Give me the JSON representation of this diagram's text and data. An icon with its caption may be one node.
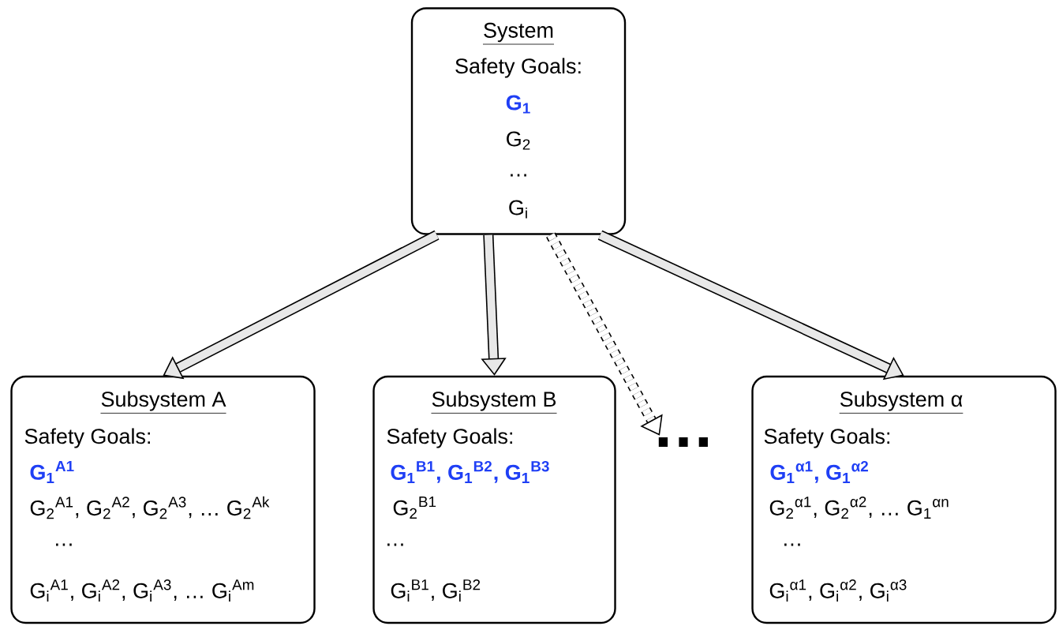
{
  "diagram": {
    "nodes": [
      {
        "text": [
          "System",
          "Safety Goals:",
          "G$_{1}$",
          "G$_{2}$",
          "…",
          "G$_{i}$"
        ]
      },
      {
        "text": [
          "Subsystem A",
          "Safety Goals:",
          "G$_{1}$$^{A1}$",
          "G$_{2}$$^{A1}$, G$_{2}$$^{A2}$, G$_{2}$$^{A3}$, … G$_{2}$$^{Ak}$",
          "…",
          "G$_{i}$$^{A1}$, G$_{i}$$^{A2}$, G$_{i}$$^{A3}$, … G$_{i}$$^{Am}$"
        ]
      },
      {
        "text": [
          "Subsystem B",
          "Safety Goals:",
          "G$_{1}$$^{B1}$, G$_{1}$$^{B2}$, G$_{1}$$^{B3}$",
          "G$_{2}$$^{B1}$",
          "…",
          "G$_{i}$$^{B1}$, G$_{i}$$^{B2}$"
        ]
      },
      {
        "text": [
          "…"
        ]
      },
      {
        "text": [
          "Subsystem α",
          "Safety Goals:",
          "G$_{1}$$^{α1}$, G$_{1}$$^{α2}$",
          "G$_{2}$$^{α1}$, G$_{2}$$^{α2}$, … G$_{1}$$^{αn}$",
          "…",
          "G$_{i}$$^{α1}$, G$_{i}$$^{α2}$, G$_{i}$$^{α3}$"
        ]
      }
    ],
    "edges": [
      {
        "from": 0,
        "to": 1,
        "arrow": "to"
      },
      {
        "from": 0,
        "to": 2,
        "arrow": "to"
      },
      {
        "from": 0,
        "to": 3,
        "arrow": "to",
        "style": "dashed"
      },
      {
        "from": 0,
        "to": 4,
        "arrow": "to"
      }
    ]
  }
}
